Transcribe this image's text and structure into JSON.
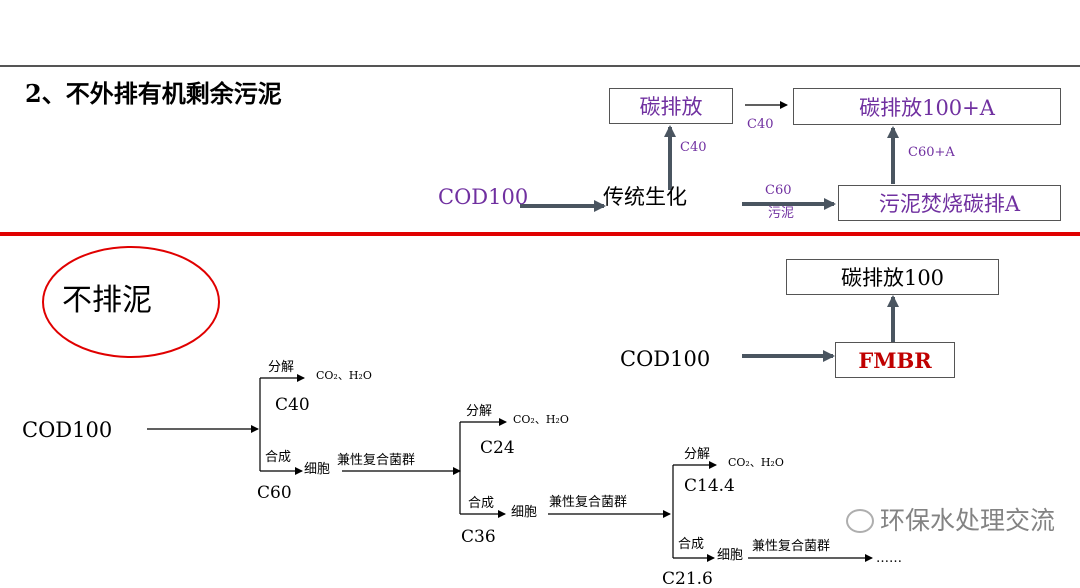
{
  "colors": {
    "purple": "#7030a0",
    "red": "#e00000",
    "fmbr": "#c00000",
    "line": "#4a5560"
  },
  "top": {
    "heading": "2、不外排有机剩余污泥",
    "cod": "COD100",
    "process": "传统生化",
    "box_emission": "碳排放",
    "box_total": "碳排放100+A",
    "box_sludge": "污泥焚烧碳排A",
    "label_c40_up": "C40",
    "label_c40_right": "C40",
    "label_c60": "C60",
    "label_sludge": "污泥",
    "label_c60a": "C60+A"
  },
  "bottom": {
    "circle_label": "不排泥",
    "cod": "COD100",
    "fmbr": "FMBR",
    "box_emission": "碳排放100",
    "tree": {
      "root": "COD100",
      "levels": [
        {
          "decompose": "分解",
          "product": "CO₂、H₂O",
          "c_decompose": "C40",
          "synth": "合成",
          "cell": "细胞",
          "bacteria": "兼性复合菌群",
          "c_synth": "C60"
        },
        {
          "decompose": "分解",
          "product": "CO₂、H₂O",
          "c_decompose": "C24",
          "synth": "合成",
          "cell": "细胞",
          "bacteria": "兼性复合菌群",
          "c_synth": "C36"
        },
        {
          "decompose": "分解",
          "product": "CO₂、H₂O",
          "c_decompose": "C14.4",
          "synth": "合成",
          "cell": "细胞",
          "bacteria": "兼性复合菌群",
          "c_synth": "C21.6"
        }
      ],
      "ellipsis": "……"
    }
  },
  "watermark": "环保水处理交流"
}
